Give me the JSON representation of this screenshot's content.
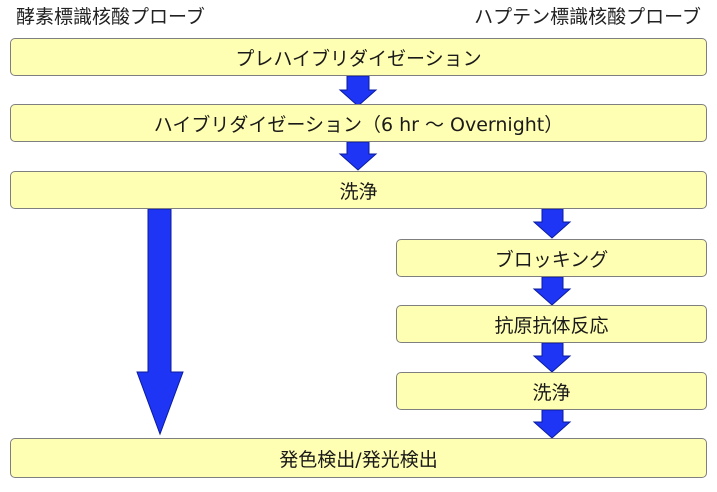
{
  "labels": {
    "left": "酵素標識核酸プローブ",
    "right": "ハプテン標識核酸プローブ"
  },
  "steps": {
    "prehybridization": "プレハイブリダイゼーション",
    "hybridization": "ハイブリダイゼーション（6 hr 〜 Overnight）",
    "wash1": "洗浄",
    "blocking": "ブロッキング",
    "antibody": "抗原抗体反応",
    "wash2": "洗浄",
    "detection": "発色検出/発光検出"
  },
  "colors": {
    "box_fill": "#ffffb3",
    "box_border": "#7f7f7f",
    "arrow": "#1f35f5"
  }
}
